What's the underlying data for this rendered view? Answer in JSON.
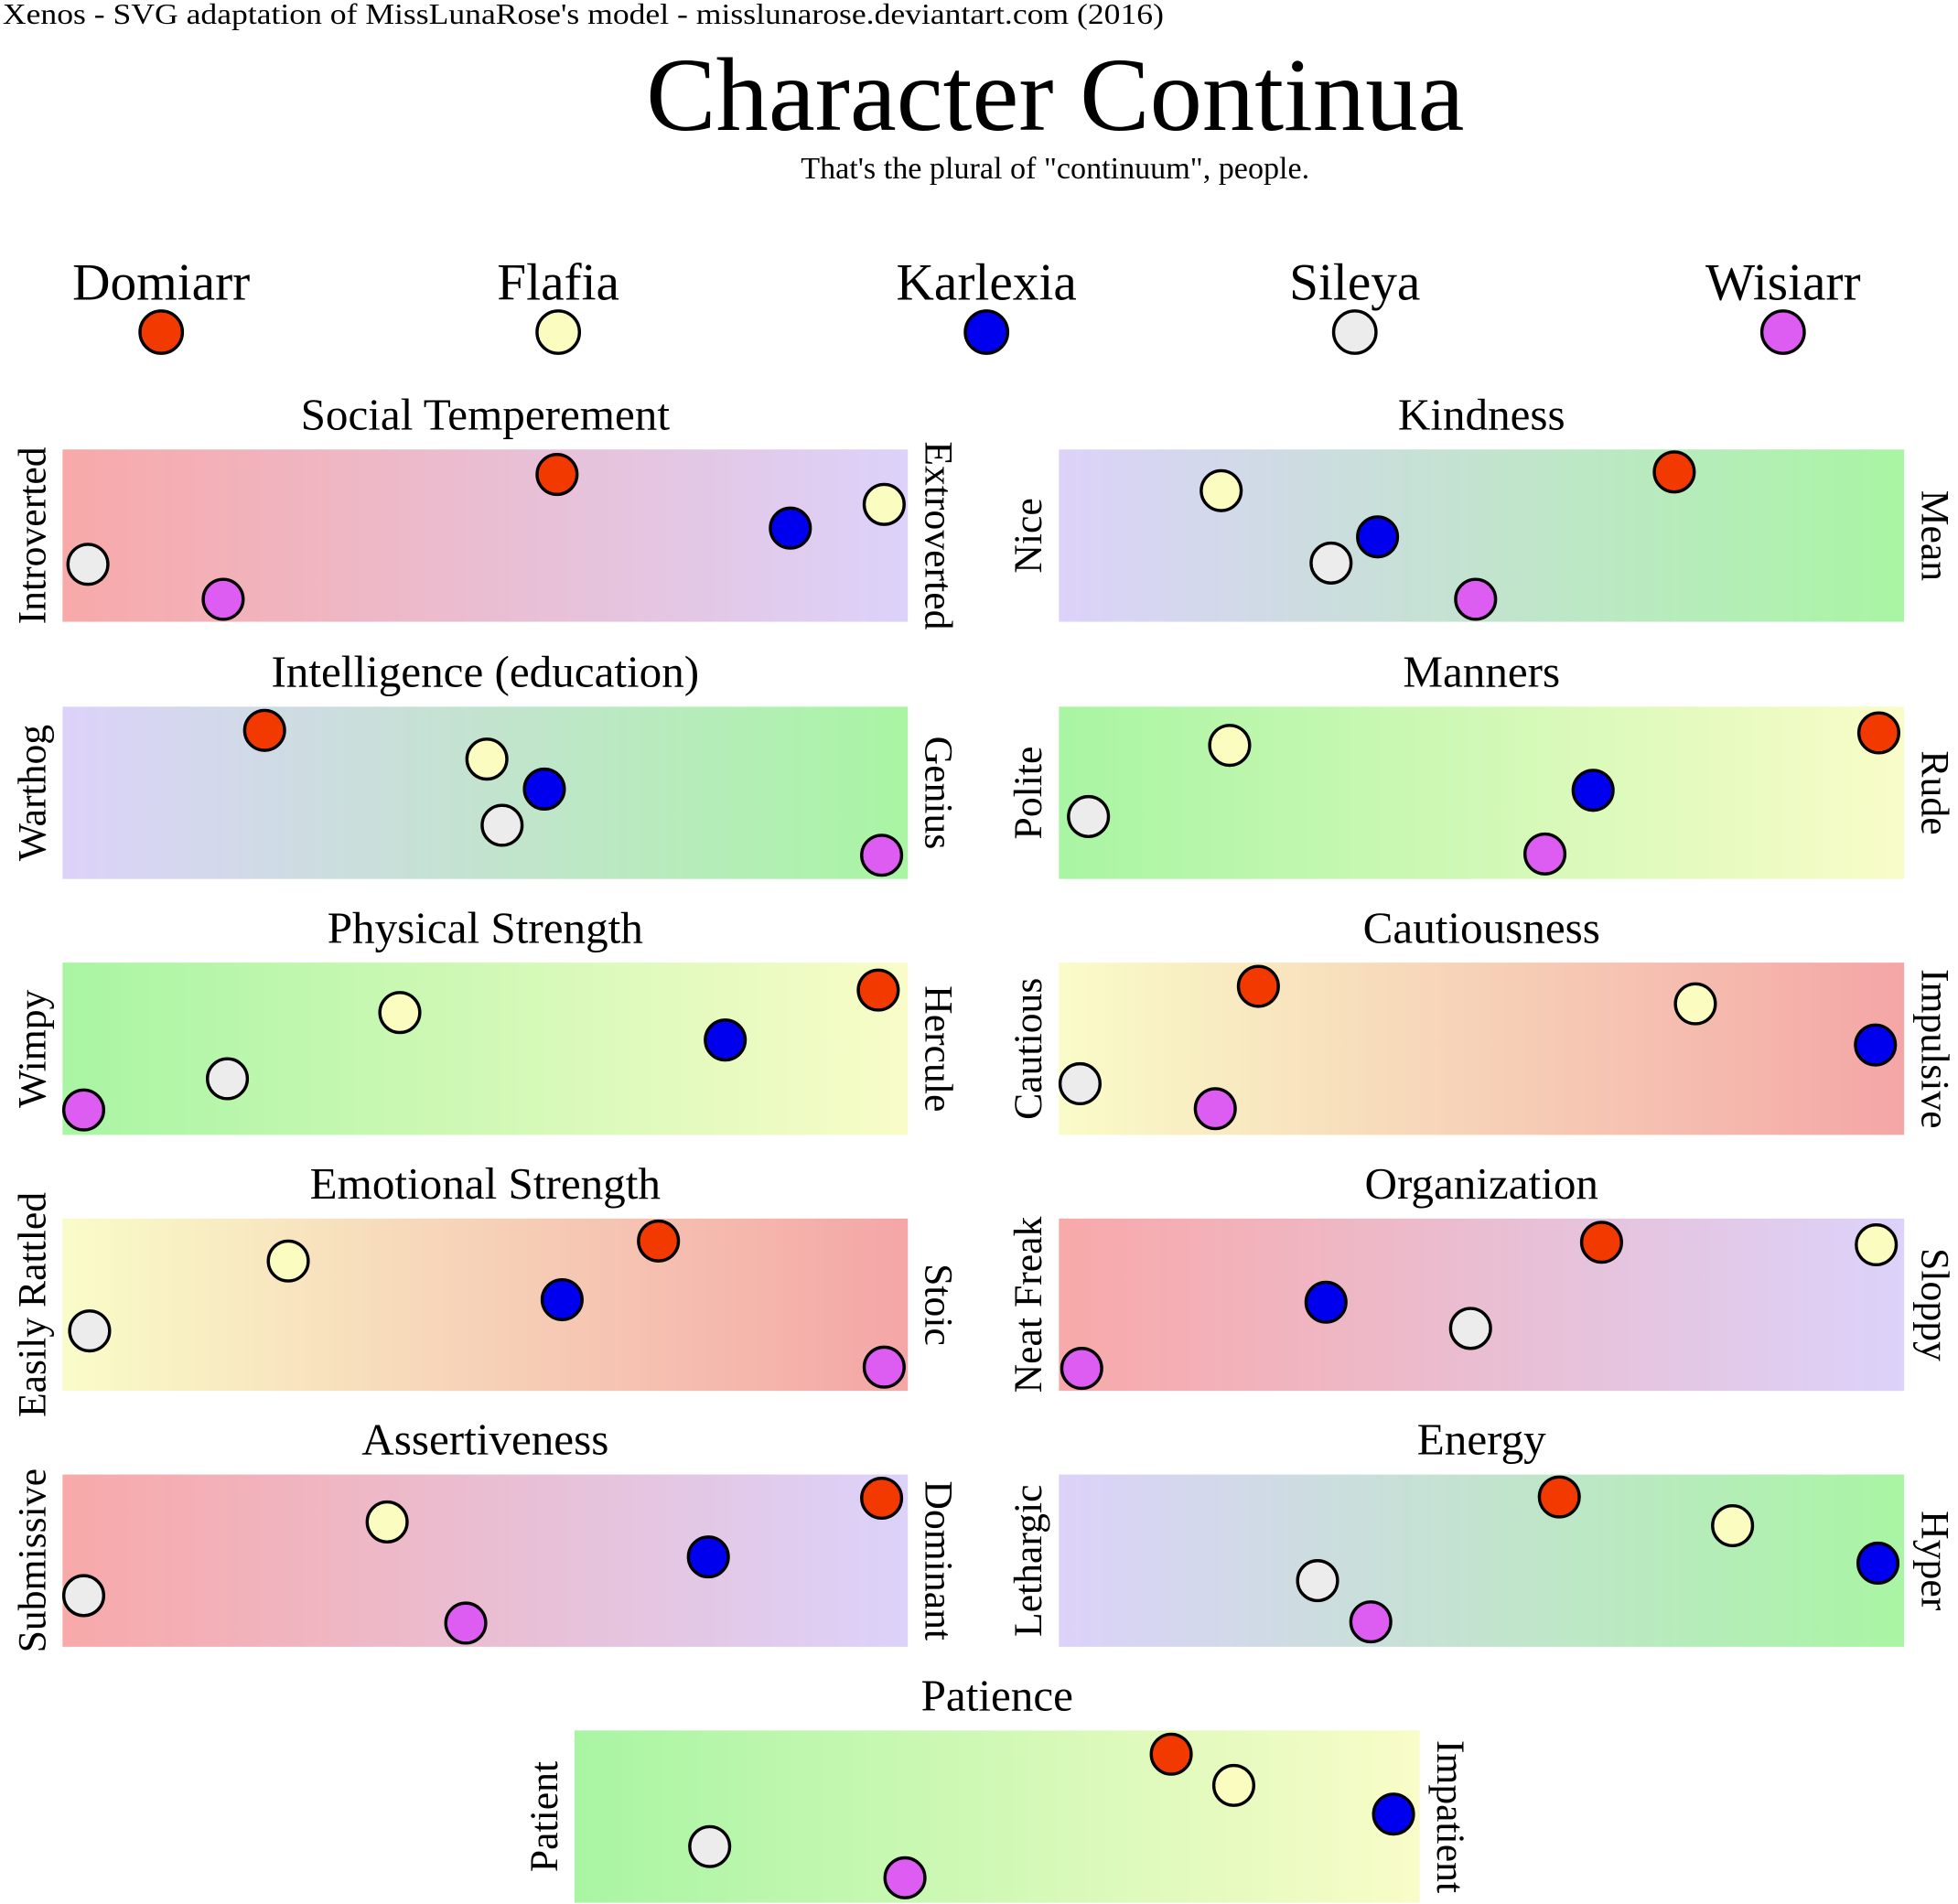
{
  "credit": "Xenos - SVG adaptation of MissLunaRose's model - misslunarose.deviantart.com (2016)",
  "title": "Character Continua",
  "subtitle": "That's the plural of \"continuum\", people.",
  "characters": [
    {
      "name": "Domiarr",
      "color": "#f23a00"
    },
    {
      "name": "Flafia",
      "color": "#fafdbf"
    },
    {
      "name": "Karlexia",
      "color": "#0000ee"
    },
    {
      "name": "Sileya",
      "color": "#ececec"
    },
    {
      "name": "Wisiarr",
      "color": "#dd5cf2"
    }
  ],
  "gradient_colors": {
    "pink": "#f8a9a9",
    "lavender": "#dcd2fa",
    "green": "#a9f5a4",
    "yellow": "#f9fcc8",
    "red": "#f4a6a6"
  },
  "continua": [
    {
      "title": "Social Temperement",
      "left": "Introverted",
      "right": "Extroverted",
      "gradient": [
        "pink",
        "lavender"
      ],
      "values": [
        0.585,
        0.972,
        0.861,
        0.03,
        0.19
      ]
    },
    {
      "title": "Kindness",
      "left": "Nice",
      "right": "Mean",
      "gradient": [
        "lavender",
        "green"
      ],
      "values": [
        0.728,
        0.192,
        0.377,
        0.322,
        0.493
      ]
    },
    {
      "title": "Intelligence (education)",
      "left": "Warthog",
      "right": "Genius",
      "gradient": [
        "lavender",
        "green"
      ],
      "values": [
        0.239,
        0.502,
        0.57,
        0.52,
        0.969
      ]
    },
    {
      "title": "Manners",
      "left": "Polite",
      "right": "Rude",
      "gradient": [
        "green",
        "yellow"
      ],
      "values": [
        0.97,
        0.202,
        0.632,
        0.035,
        0.575
      ]
    },
    {
      "title": "Physical Strength",
      "left": "Wimpy",
      "right": "Hercule",
      "gradient": [
        "green",
        "yellow"
      ],
      "values": [
        0.965,
        0.399,
        0.784,
        0.195,
        0.025
      ]
    },
    {
      "title": "Cautiousness",
      "left": "Cautious",
      "right": "Impulsive",
      "gradient": [
        "yellow",
        "red"
      ],
      "values": [
        0.236,
        0.753,
        0.966,
        0.025,
        0.185
      ]
    },
    {
      "title": "Emotional Strength",
      "left": "Easily Rattled",
      "right": "Stoic",
      "gradient": [
        "yellow",
        "red"
      ],
      "values": [
        0.705,
        0.267,
        0.591,
        0.032,
        0.972
      ]
    },
    {
      "title": "Organization",
      "left": "Neat Freak",
      "right": "Sloppy",
      "gradient": [
        "pink",
        "lavender"
      ],
      "values": [
        0.642,
        0.967,
        0.316,
        0.487,
        0.027
      ]
    },
    {
      "title": "Assertiveness",
      "left": "Submissive",
      "right": "Dominant",
      "gradient": [
        "pink",
        "lavender"
      ],
      "values": [
        0.969,
        0.384,
        0.764,
        0.025,
        0.477
      ]
    },
    {
      "title": "Energy",
      "left": "Lethargic",
      "right": "Hyper",
      "gradient": [
        "lavender",
        "green"
      ],
      "values": [
        0.592,
        0.797,
        0.969,
        0.306,
        0.369
      ]
    },
    {
      "title": "Patience",
      "left": "Patient",
      "right": "Impatient",
      "gradient": [
        "green",
        "yellow"
      ],
      "values": [
        0.706,
        0.78,
        0.969,
        0.16,
        0.391
      ]
    }
  ]
}
